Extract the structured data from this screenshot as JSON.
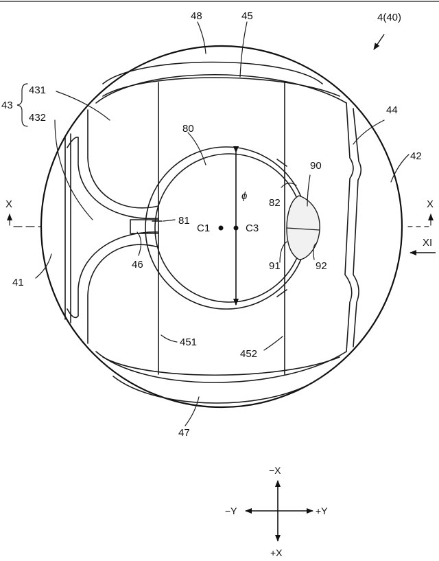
{
  "figure": {
    "ref": "4(40)",
    "labels": {
      "l48": "48",
      "l45": "45",
      "l44": "44",
      "l42": "42",
      "l43": "43",
      "l431": "431",
      "l432": "432",
      "l80": "80",
      "l90": "90",
      "l82": "82",
      "l81": "81",
      "lC1": "C1",
      "lC3": "C3",
      "l91": "91",
      "l92": "92",
      "l46": "46",
      "l41": "41",
      "l451": "451",
      "l452": "452",
      "l47": "47",
      "lphi": "ϕ",
      "xl": "X",
      "xr": "X",
      "xi": "XI"
    }
  },
  "axes": {
    "negX": "−X",
    "posX": "+X",
    "negY": "−Y",
    "posY": "+Y"
  }
}
